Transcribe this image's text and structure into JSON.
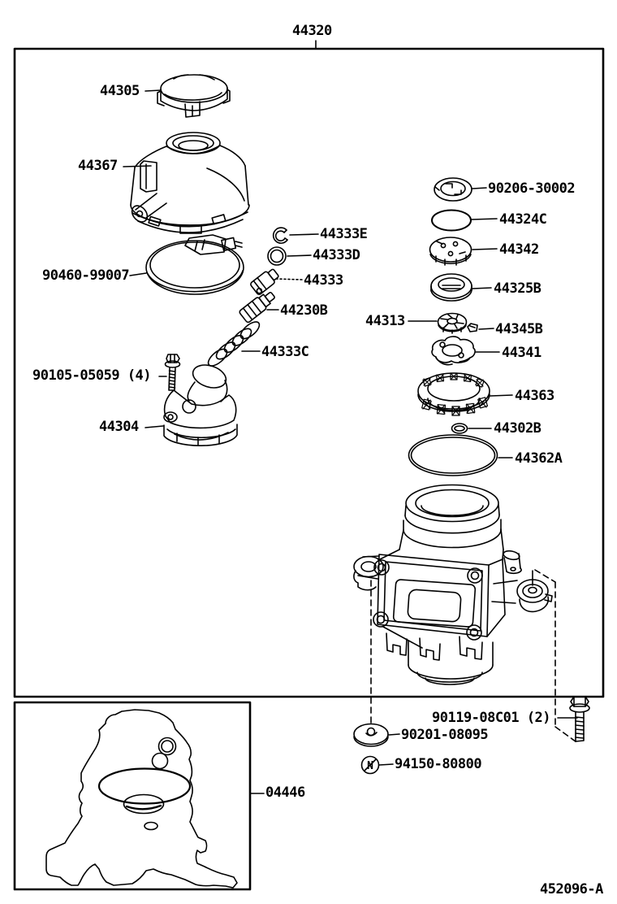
{
  "colors": {
    "ink": "#000000",
    "paper": "#ffffff"
  },
  "symbols": {
    "nut_letter": "N"
  },
  "labels": [
    {
      "id": "assembly",
      "text": "44320"
    },
    {
      "id": "cap",
      "text": "44305"
    },
    {
      "id": "reservoir",
      "text": "44367"
    },
    {
      "id": "clamp",
      "text": "90460-99007"
    },
    {
      "id": "bolt-cover",
      "text": "90105-05059 (4)"
    },
    {
      "id": "union-cover",
      "text": "44304"
    },
    {
      "id": "snap-ring-e",
      "text": "44333E"
    },
    {
      "id": "oring-d",
      "text": "44333D"
    },
    {
      "id": "valve",
      "text": "44333"
    },
    {
      "id": "valve-b",
      "text": "44230B"
    },
    {
      "id": "spring-c",
      "text": "44333C"
    },
    {
      "id": "ring-90206",
      "text": "90206-30002"
    },
    {
      "id": "oring-44324c",
      "text": "44324C"
    },
    {
      "id": "plate-44342",
      "text": "44342"
    },
    {
      "id": "seal-44325b",
      "text": "44325B"
    },
    {
      "id": "rotor",
      "text": "44313"
    },
    {
      "id": "key",
      "text": "44345B"
    },
    {
      "id": "plate-44341",
      "text": "44341"
    },
    {
      "id": "bearing-cage",
      "text": "44363"
    },
    {
      "id": "oring-44302b",
      "text": "44302B"
    },
    {
      "id": "oring-44362a",
      "text": "44362A"
    },
    {
      "id": "bolt-mount",
      "text": "90119-08C01 (2)"
    },
    {
      "id": "washer",
      "text": "90201-08095"
    },
    {
      "id": "nut",
      "text": "94150-80800"
    },
    {
      "id": "gasket-kit",
      "text": "04446"
    },
    {
      "id": "figure-code",
      "text": "452096-A"
    }
  ]
}
